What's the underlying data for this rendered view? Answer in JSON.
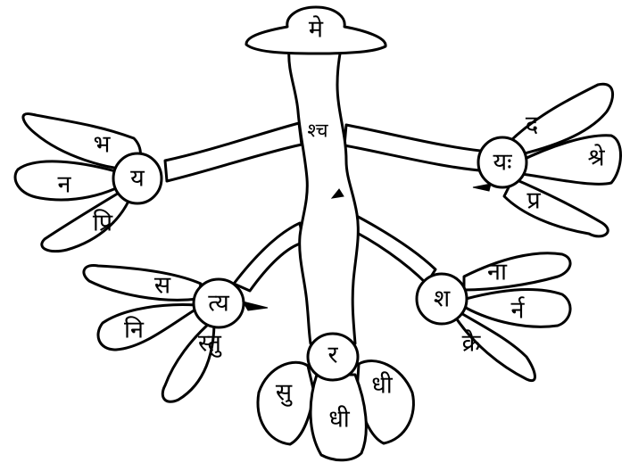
{
  "top_cap": {
    "text": "मे"
  },
  "trunk": {
    "text": "श्च"
  },
  "branches": {
    "upper_left": {
      "hub": "य",
      "petals": [
        "भ",
        "न",
        "प्रि"
      ]
    },
    "upper_right": {
      "hub": "यः",
      "petals": [
        "द",
        "श्रे",
        "प्र"
      ]
    },
    "lower_left": {
      "hub": "त्य",
      "petals": [
        "स",
        "नि",
        "स्तु"
      ]
    },
    "lower_right": {
      "hub": "श",
      "petals": [
        "ना",
        "र्न",
        "क्रे"
      ]
    }
  },
  "root": {
    "hub": "र",
    "petals": [
      "सु",
      "धी",
      "धी"
    ]
  }
}
